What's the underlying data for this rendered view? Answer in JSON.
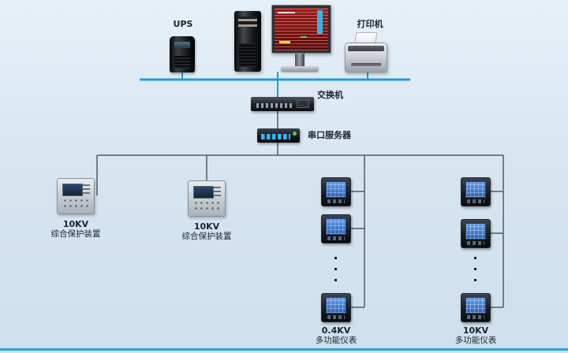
{
  "colors": {
    "bus_blue": "#1e9cd8",
    "wire_gray": "#4f5d68",
    "label_dark": "#1c2430"
  },
  "nodes": {
    "ups": {
      "label": "UPS"
    },
    "printer": {
      "label": "打印机"
    },
    "switch": {
      "label": "交换机"
    },
    "serial_server": {
      "label": "串口服务器"
    },
    "protection_1": {
      "kv": "10KV",
      "name": "综合保护装置"
    },
    "protection_2": {
      "kv": "10KV",
      "name": "综合保护装置"
    },
    "meter_col_1": {
      "kv": "0.4KV",
      "name": "多功能仪表"
    },
    "meter_col_2": {
      "kv": "10KV",
      "name": "多功能仪表"
    }
  }
}
